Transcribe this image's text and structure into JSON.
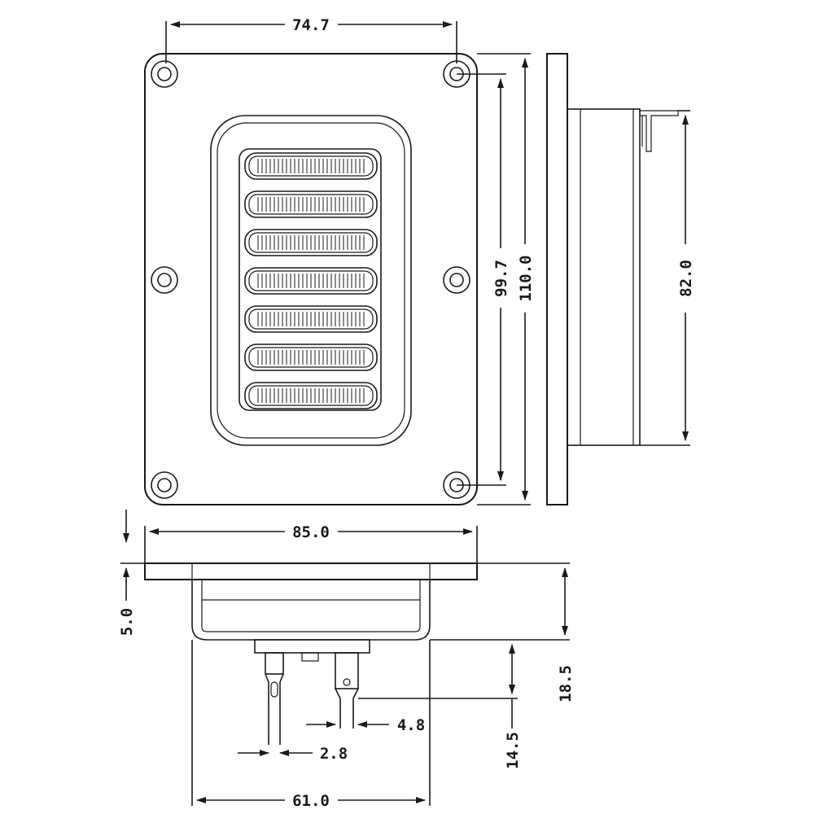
{
  "dimensions": {
    "top_hole_spacing": "74.7",
    "inner_hole_height": "99.7",
    "plate_height": "110.0",
    "body_depth_height": "82.0",
    "plate_width": "85.0",
    "flange_thickness": "5.0",
    "total_depth": "18.5",
    "terminal_length": "14.5",
    "terminal_wide": "4.8",
    "terminal_narrow": "2.8",
    "body_width": "61.0"
  },
  "views": [
    "front-view",
    "side-view",
    "bottom-view"
  ]
}
